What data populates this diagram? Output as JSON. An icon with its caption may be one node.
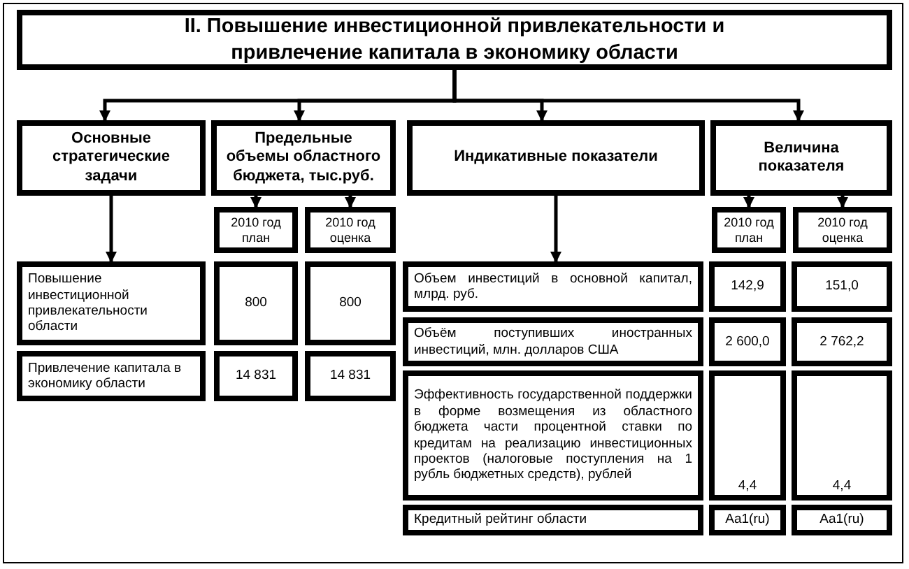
{
  "diagram": {
    "nodes": [
      {
        "text": [
          "II. Повышение инвестиционной привлекательности и привлечение капитала в экономику области"
        ]
      },
      {
        "text": [
          "Основные стратегические задачи"
        ]
      },
      {
        "text": [
          "Предельные объемы областного бюджета, тыс.руб."
        ]
      },
      {
        "text": [
          "Индикативные показатели"
        ]
      },
      {
        "text": [
          "Величина показателя"
        ]
      },
      {
        "text": [
          "2010 год план"
        ]
      },
      {
        "text": [
          "2010 год оценка"
        ]
      },
      {
        "text": [
          "2010 год план"
        ]
      },
      {
        "text": [
          "2010 год оценка"
        ]
      },
      {
        "text": [
          "Повышение инвестиционной привлекательности области"
        ]
      },
      {
        "text": [
          "800"
        ]
      },
      {
        "text": [
          "800"
        ]
      },
      {
        "text": [
          "Привлечение капитала в экономику области"
        ]
      },
      {
        "text": [
          "14 831"
        ]
      },
      {
        "text": [
          "14 831"
        ]
      },
      {
        "text": [
          "Объем инвестиций в основной капитал, млрд. руб."
        ]
      },
      {
        "text": [
          "142,9"
        ]
      },
      {
        "text": [
          "151,0"
        ]
      },
      {
        "text": [
          "Объём поступивших иностранных инвестиций, млн. долларов США"
        ]
      },
      {
        "text": [
          "2 600,0"
        ]
      },
      {
        "text": [
          "2 762,2"
        ]
      },
      {
        "text": [
          "Эффективность государственной поддержки в форме возмещения из областного бюджета части процентной ставки по кредитам на реализацию инвестиционных проектов (налоговые поступления на 1 рубль бюджетных средств), рублей"
        ]
      },
      {
        "text": [
          "4,4"
        ]
      },
      {
        "text": [
          "4,4"
        ]
      },
      {
        "text": [
          "Кредитный рейтинг области"
        ]
      },
      {
        "text": [
          "Aa1(ru)"
        ]
      },
      {
        "text": [
          "Aa1(ru)"
        ]
      }
    ],
    "edges": [
      {
        "from": 0,
        "to": 1,
        "arrow": "to"
      },
      {
        "from": 0,
        "to": 2,
        "arrow": "to"
      },
      {
        "from": 0,
        "to": 3,
        "arrow": "to"
      },
      {
        "from": 0,
        "to": 4,
        "arrow": "to"
      },
      {
        "from": 2,
        "to": 5,
        "arrow": "to"
      },
      {
        "from": 2,
        "to": 6,
        "arrow": "to"
      },
      {
        "from": 4,
        "to": 7,
        "arrow": "to"
      },
      {
        "from": 4,
        "to": 8,
        "arrow": "to"
      },
      {
        "from": 1,
        "to": 9,
        "arrow": "to"
      },
      {
        "from": 3,
        "to": 15,
        "arrow": "to"
      }
    ]
  }
}
